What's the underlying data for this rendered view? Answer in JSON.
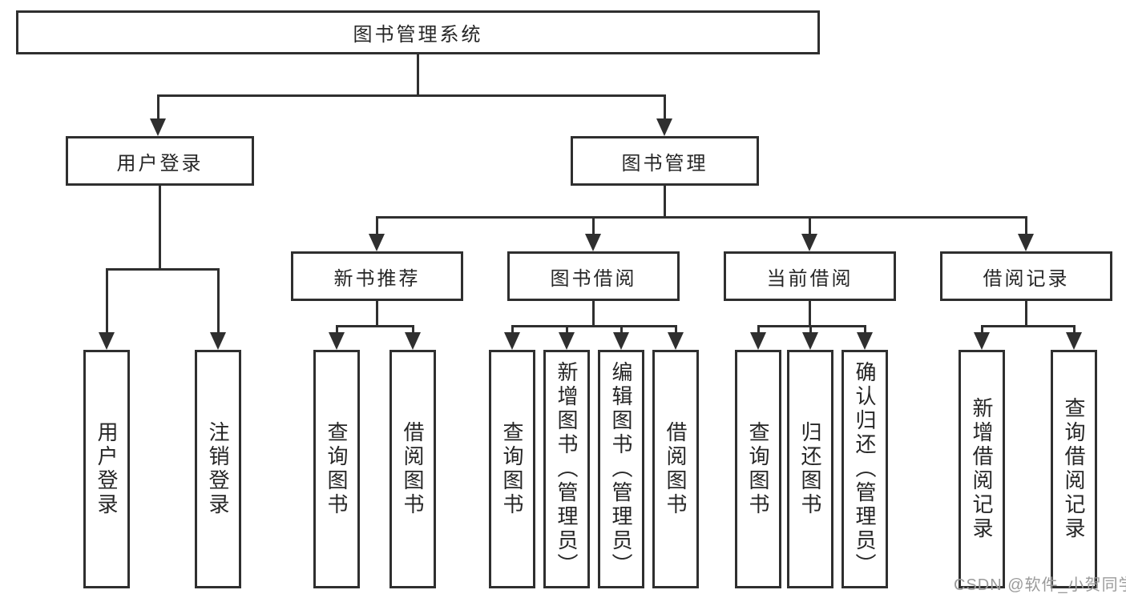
{
  "diagram": {
    "type": "tree",
    "watermark": "CSDN @软件_小贺同学",
    "colors": {
      "line": "#2f2f2f",
      "text": "#262626",
      "background": "#ffffff",
      "watermark": "#9b9b9b"
    },
    "tree": {
      "root": {
        "label": "图书管理系统",
        "children": [
          {
            "label": "用户登录",
            "children": [
              {
                "label": "用户登录"
              },
              {
                "label": "注销登录"
              }
            ]
          },
          {
            "label": "图书管理",
            "children": [
              {
                "label": "新书推荐",
                "children": [
                  {
                    "label": "查询图书"
                  },
                  {
                    "label": "借阅图书"
                  }
                ]
              },
              {
                "label": "图书借阅",
                "children": [
                  {
                    "label": "查询图书"
                  },
                  {
                    "label": "新增图书（管理员）"
                  },
                  {
                    "label": "编辑图书（管理员）"
                  },
                  {
                    "label": "借阅图书"
                  }
                ]
              },
              {
                "label": "当前借阅",
                "children": [
                  {
                    "label": "查询图书"
                  },
                  {
                    "label": "归还图书"
                  },
                  {
                    "label": "确认归还（管理员）"
                  }
                ]
              },
              {
                "label": "借阅记录",
                "children": [
                  {
                    "label": "新增借阅记录"
                  },
                  {
                    "label": "查询借阅记录"
                  }
                ]
              }
            ]
          }
        ]
      }
    }
  }
}
